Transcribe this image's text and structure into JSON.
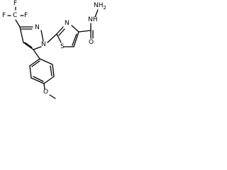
{
  "molecule": {
    "labels": {
      "n_pyrazole_top": "N",
      "n_pyrazole_sub": "N",
      "n_thiazole": "N",
      "s_thiazole": "S",
      "f1": "F",
      "f2": "F",
      "f3": "F",
      "c_cf3": "C",
      "o_carbonyl": "O",
      "n_hydrazide_1": "NH",
      "n_hydrazide_2": "NH",
      "h2_subscript": "2",
      "o_methoxy": "O"
    }
  }
}
